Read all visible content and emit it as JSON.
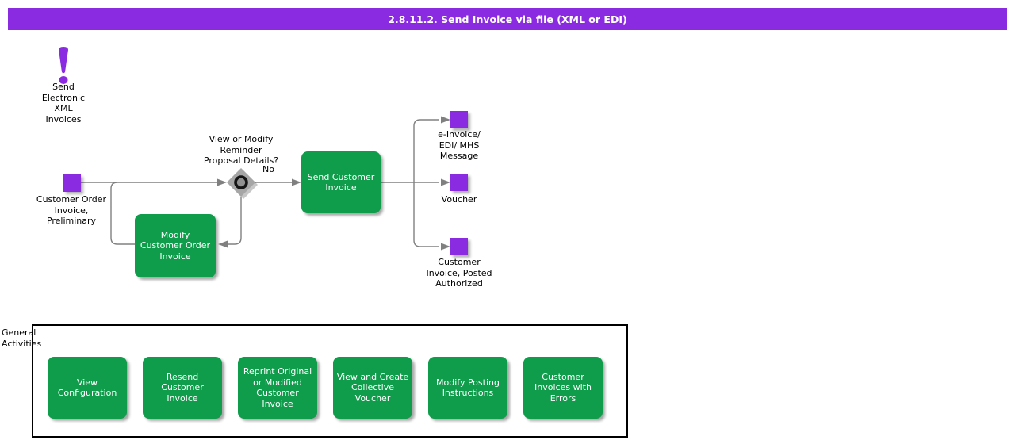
{
  "title_bar": {
    "title": "2.8.11.2. Send Invoice via file (XML or EDI)"
  },
  "colors": {
    "header_purple": "#8A2BE2",
    "data_object_purple": "#8A2BE2",
    "task_green": "#0F9C4B",
    "connector_gray": "#808080"
  },
  "start_event": {
    "icon": "exclamation-icon",
    "label": "Send\nElectronic\nXML\nInvoices"
  },
  "input_data": {
    "label": "Customer Order\nInvoice,\nPreliminary"
  },
  "decision": {
    "question": "View or Modify\nReminder\nProposal Details?",
    "answer": "No"
  },
  "tasks": {
    "send_customer_invoice": "Send Customer\nInvoice",
    "modify_customer_order_invoice": "Modify\nCustomer Order\nInvoice"
  },
  "outputs": [
    {
      "label": "e-Invoice/\nEDI/ MHS\nMessage"
    },
    {
      "label": "Voucher"
    },
    {
      "label": "Customer\nInvoice, Posted\nAuthorized"
    }
  ],
  "general_activities": {
    "label": "General\nActivities",
    "items": [
      {
        "label": "View\nConfiguration"
      },
      {
        "label": "Resend\nCustomer\nInvoice"
      },
      {
        "label": "Reprint Original\nor Modified\nCustomer\nInvoice"
      },
      {
        "label": "View and Create\nCollective\nVoucher"
      },
      {
        "label": "Modify Posting\nInstructions"
      },
      {
        "label": "Customer\nInvoices with\nErrors"
      }
    ]
  }
}
